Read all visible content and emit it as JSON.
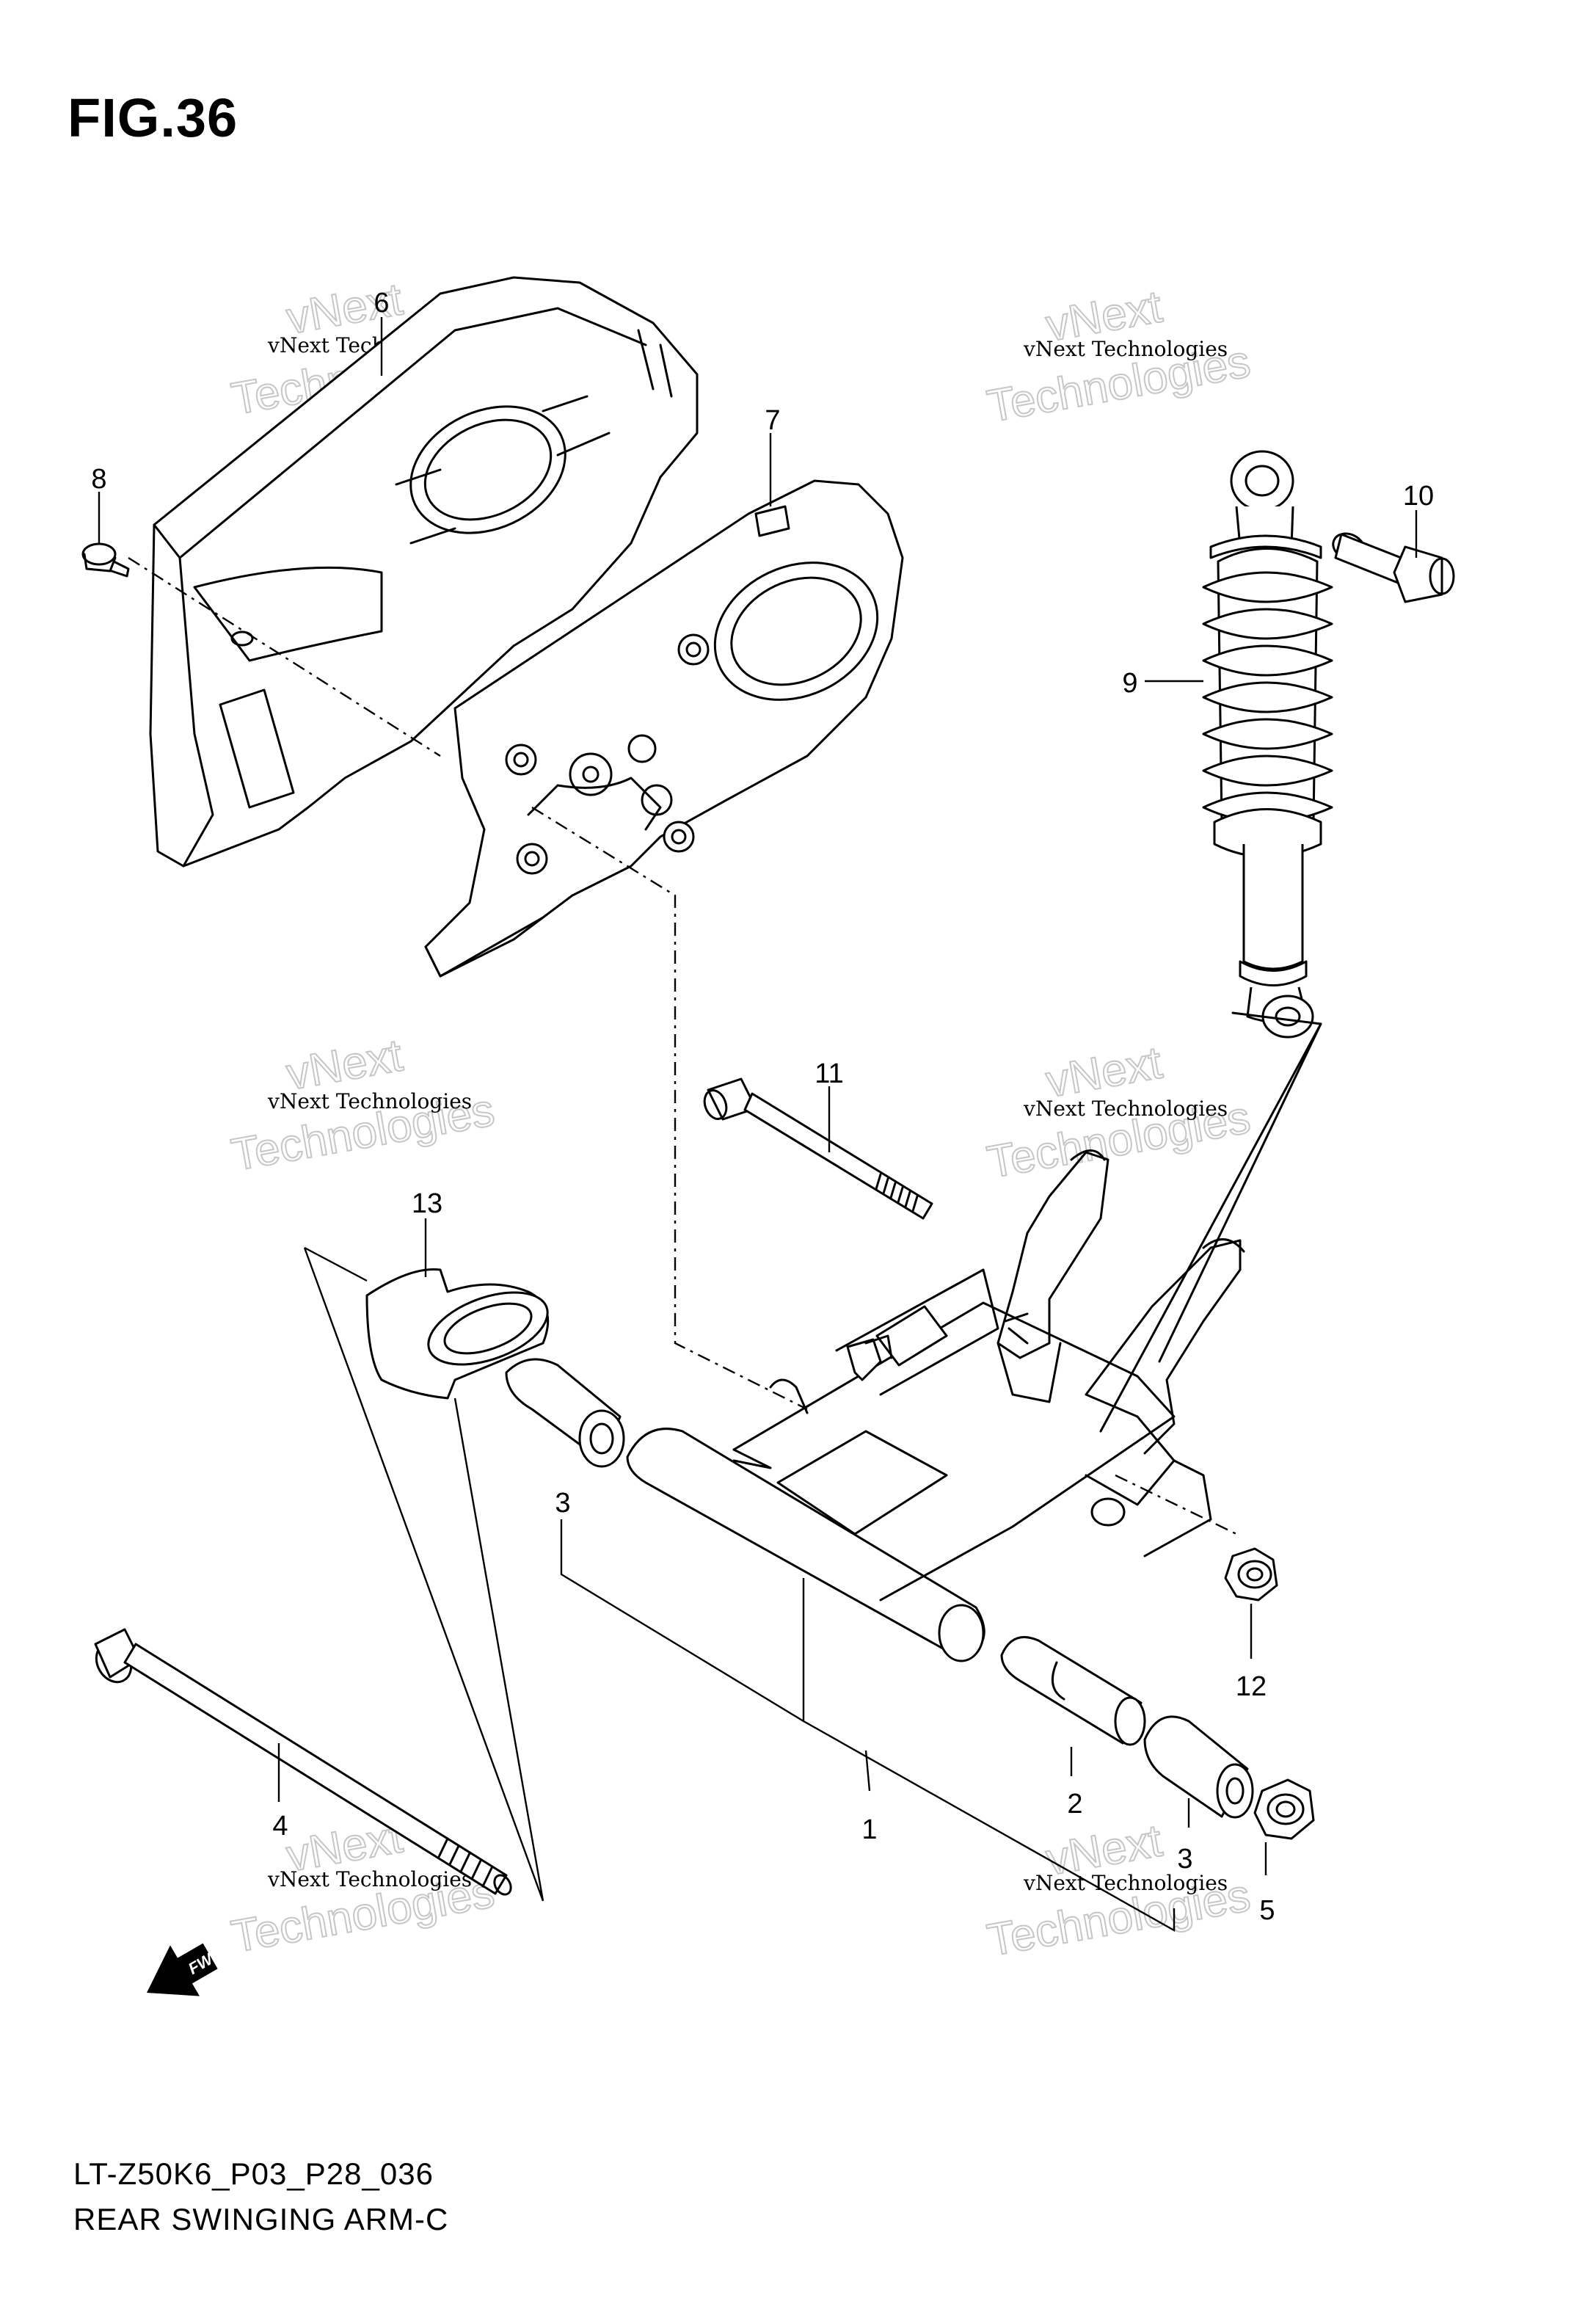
{
  "figure": {
    "title": "FIG.36"
  },
  "footer": {
    "model_code": "LT-Z50K6_P03_P28_036",
    "diagram_name": "REAR SWINGING ARM-C"
  },
  "watermark": {
    "line1": "vNext Technologies",
    "line2": "vNext",
    "line3": "Technologies"
  },
  "fwd_label": "FWD",
  "callouts": [
    {
      "id": "6",
      "label": "6"
    },
    {
      "id": "8",
      "label": "8"
    },
    {
      "id": "7",
      "label": "7"
    },
    {
      "id": "10",
      "label": "10"
    },
    {
      "id": "9",
      "label": "9"
    },
    {
      "id": "11",
      "label": "11"
    },
    {
      "id": "13",
      "label": "13"
    },
    {
      "id": "3a",
      "label": "3"
    },
    {
      "id": "12",
      "label": "12"
    },
    {
      "id": "4",
      "label": "4"
    },
    {
      "id": "1",
      "label": "1"
    },
    {
      "id": "2",
      "label": "2"
    },
    {
      "id": "3b",
      "label": "3"
    },
    {
      "id": "5",
      "label": "5"
    }
  ]
}
